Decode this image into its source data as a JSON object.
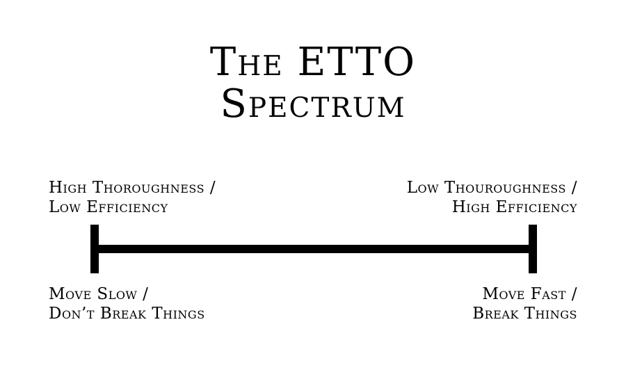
{
  "title": {
    "line1": "The ETTO",
    "line2": "Spectrum"
  },
  "left": {
    "top_line1": "High Thoroughness /",
    "top_line2": "Low Efficiency",
    "bottom_line1": "Move Slow /",
    "bottom_line2": "Don’t Break Things"
  },
  "right": {
    "top_line1": "Low Thouroughness /",
    "top_line2": "High Efficiency",
    "bottom_line1": "Move Fast /",
    "bottom_line2": "Break Things"
  },
  "colors": {
    "foreground": "#000000",
    "background": "#ffffff"
  }
}
